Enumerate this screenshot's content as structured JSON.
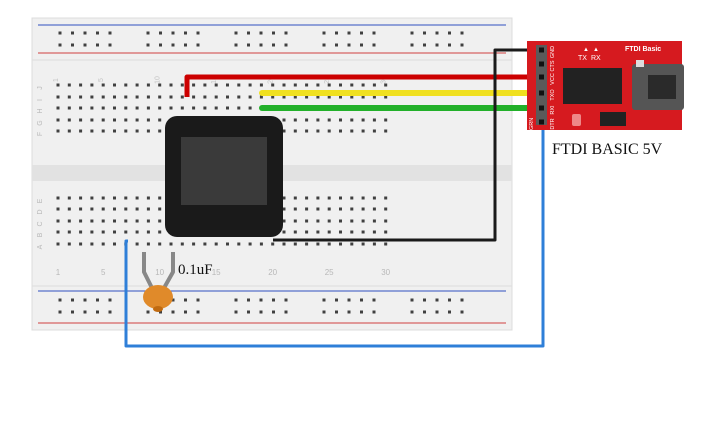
{
  "breadboard": {
    "row_letters_top": [
      "J",
      "I",
      "H",
      "G",
      "F"
    ],
    "row_letters_bottom": [
      "E",
      "D",
      "C",
      "B",
      "A"
    ],
    "column_numbers": [
      "1",
      "5",
      "10",
      "15",
      "20",
      "25",
      "30"
    ]
  },
  "ftdi": {
    "board_title": "FTDI Basic",
    "tx_label": "TX",
    "rx_label": "RX",
    "pins": [
      "GND",
      "CTS",
      "VCC",
      "TXO",
      "RXI",
      "DTR"
    ],
    "grn_label": "GRN",
    "caption": "FTDI BASIC 5V"
  },
  "capacitor": {
    "label": "0.1uF"
  },
  "colors": {
    "board": "#f0f0f0",
    "center_channel": "#e2e2e2",
    "rail_red": "#d04040",
    "rail_blue": "#3050c0",
    "hole": "#404040",
    "chip": "#1a1a1a",
    "chip_window": "#3a3a3a",
    "ftdi_red": "#d61a1f",
    "wire_red": "#cc0000",
    "wire_yellow": "#f0e020",
    "wire_green": "#22b02a",
    "wire_black": "#1a1a1a",
    "wire_blue": "#2f7fd8",
    "capacitor": "#e08a2a"
  }
}
